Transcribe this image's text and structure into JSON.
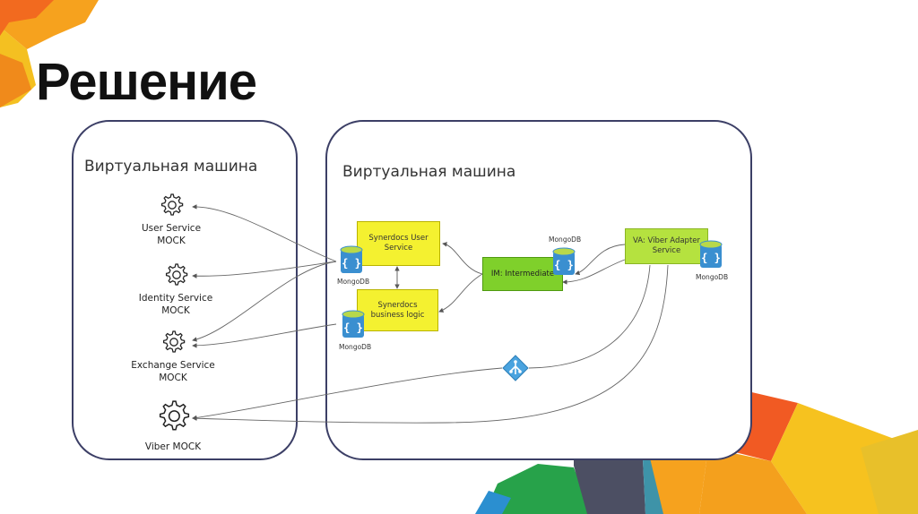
{
  "title": "Решение",
  "vm_left": {
    "label": "Виртуальная машина"
  },
  "vm_right": {
    "label": "Виртуальная машина"
  },
  "services": [
    {
      "line1": "User Service",
      "line2": "MOCK"
    },
    {
      "line1": "Identity Service",
      "line2": "MOCK"
    },
    {
      "line1": "Exchange Service",
      "line2": "MOCK"
    },
    {
      "line1": "Viber MOCK",
      "line2": ""
    }
  ],
  "boxes": {
    "user_service": "Synerdocs User Service",
    "business_logic_1": "Synerdocs",
    "business_logic_2": "business logic",
    "intermediate": "IM: Intermediate",
    "viber_adapter_1": "VA: Viber Adapter",
    "viber_adapter_2": "Service"
  },
  "db_labels": {
    "user_service_db": "MongoDB",
    "business_logic_db": "MongoDB",
    "intermediate_db": "MongoDB",
    "viber_adapter_db": "MongoDB"
  },
  "icons": {
    "gear": "gear-icon",
    "database": "mongodb-database-icon",
    "gateway": "gateway-icon"
  },
  "colors": {
    "frame": "#3c3f66",
    "yellow_box": "#f4f130",
    "green_box": "#7fd02b",
    "lime_box": "#b5e23f",
    "db_blue": "#3a8fd0",
    "db_top": "#b8d84a"
  }
}
